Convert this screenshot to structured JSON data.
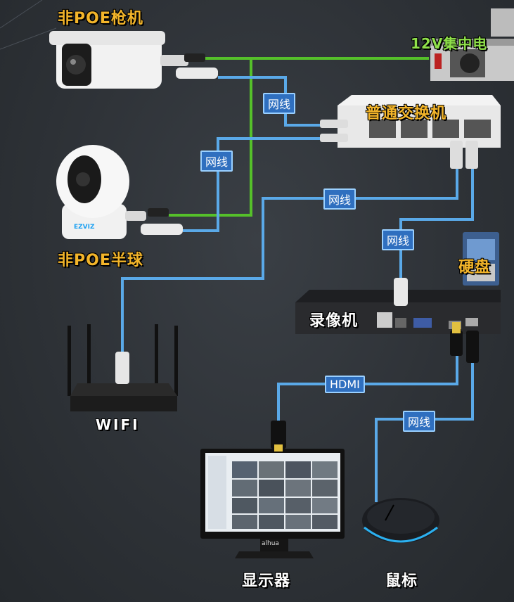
{
  "labels": {
    "bullet_camera": "非POE枪机",
    "power_supply": "12V集中电",
    "switch": "普通交换机",
    "dome_camera": "非POE半球",
    "hdd": "硬盘",
    "nvr": "录像机",
    "router": "WIFI",
    "monitor": "显示器",
    "mouse": "鼠标",
    "dome_brand": "EZVIZ",
    "monitor_brand": "alhua"
  },
  "cable_tags": {
    "tag1": "网线",
    "tag2": "网线",
    "tag3": "网线",
    "tag4": "网线",
    "tag5": "HDMI",
    "tag6": "网线"
  },
  "colors": {
    "network_cable": "#5aa9e8",
    "power_cable": "#55c02a",
    "title_color": "#f3b52a",
    "tag_bg": "#2f6fbf"
  }
}
